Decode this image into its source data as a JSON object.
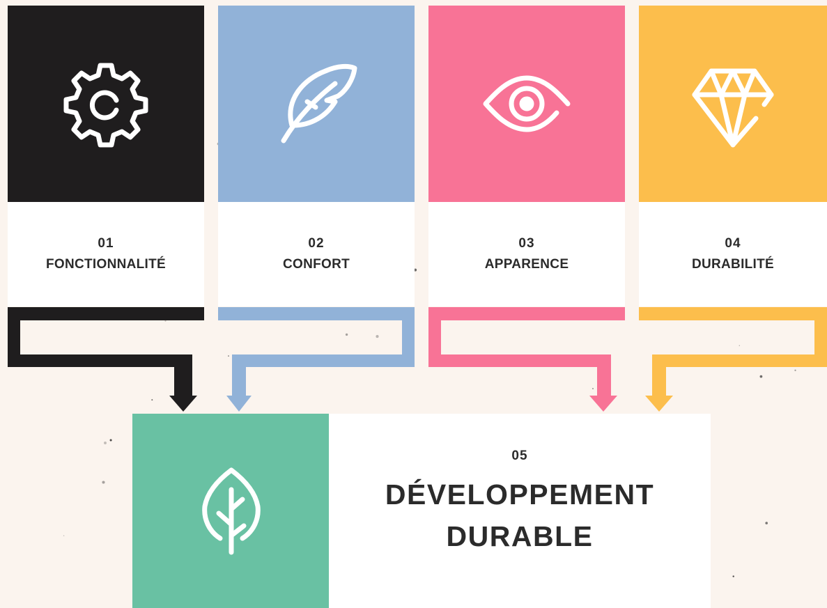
{
  "colors": {
    "background": "#fbf4ee",
    "functionality": "#1f1d1e",
    "comfort": "#91b2d8",
    "appearance": "#f87396",
    "durability": "#fcbe4c",
    "sustainable": "#69c1a3",
    "text": "#2b2b2b"
  },
  "steps": [
    {
      "number": "01",
      "label": "FONCTIONNALITÉ",
      "icon": "gear-icon"
    },
    {
      "number": "02",
      "label": "CONFORT",
      "icon": "feather-icon"
    },
    {
      "number": "03",
      "label": "APPARENCE",
      "icon": "eye-icon"
    },
    {
      "number": "04",
      "label": "DURABILITÉ",
      "icon": "diamond-icon"
    }
  ],
  "result": {
    "number": "05",
    "label_line1": "DÉVELOPPEMENT",
    "label_line2": "DURABLE",
    "icon": "leaf-icon"
  }
}
